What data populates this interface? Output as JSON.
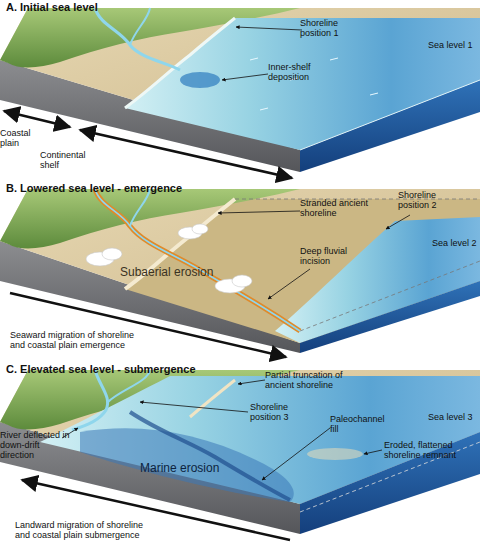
{
  "diagram": {
    "labels": [
      "A. Initial sea level",
      "Shoreline position 1",
      "Inner-shelf deposition",
      "Sea level 1",
      "Coastal plain",
      "Continental shelf",
      "B. Lowered sea level - emergence",
      "Stranded ancient shoreline",
      "Subaerial erosion",
      "Deep fluvial incision",
      "Shoreline position 2",
      "Sea level 2",
      "Seaward migration of shoreline and coastal plain emergence",
      "C. Elevated sea level - submergence",
      "Partial truncation of ancient shoreline",
      "Shoreline position 3",
      "River deflected in down-drift direction",
      "Paleochannel fill",
      "Marine erosion",
      "Eroded, flattened shoreline remnant",
      "Sea level 3",
      "Landward migration of shoreline and coastal plain submergence"
    ]
  }
}
